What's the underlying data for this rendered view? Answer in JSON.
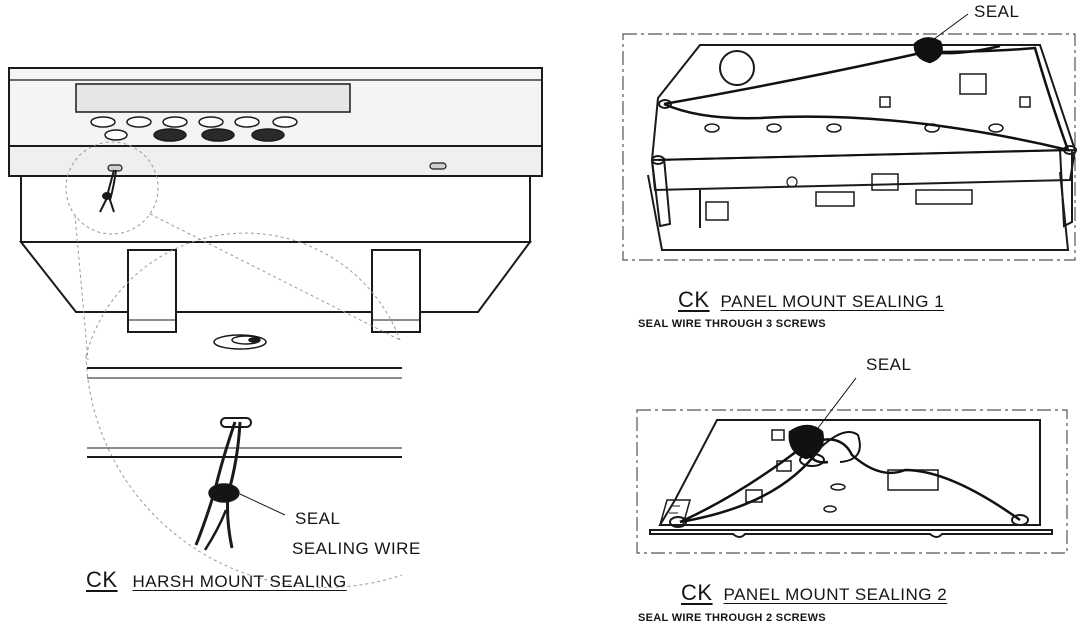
{
  "left_figure": {
    "caption_prefix": "CK",
    "caption_title": "HARSH MOUNT SEALING",
    "labels": {
      "seal": "SEAL",
      "sealing_wire": "SEALING WIRE"
    }
  },
  "top_right_figure": {
    "seal_label": "SEAL",
    "caption_prefix": "CK",
    "caption_title": "PANEL MOUNT SEALING 1",
    "caption_note": "SEAL WIRE THROUGH 3 SCREWS"
  },
  "bottom_right_figure": {
    "seal_label": "SEAL",
    "caption_prefix": "CK",
    "caption_title": "PANEL MOUNT SEALING 2",
    "caption_note": "SEAL WIRE THROUGH 2 SCREWS"
  }
}
